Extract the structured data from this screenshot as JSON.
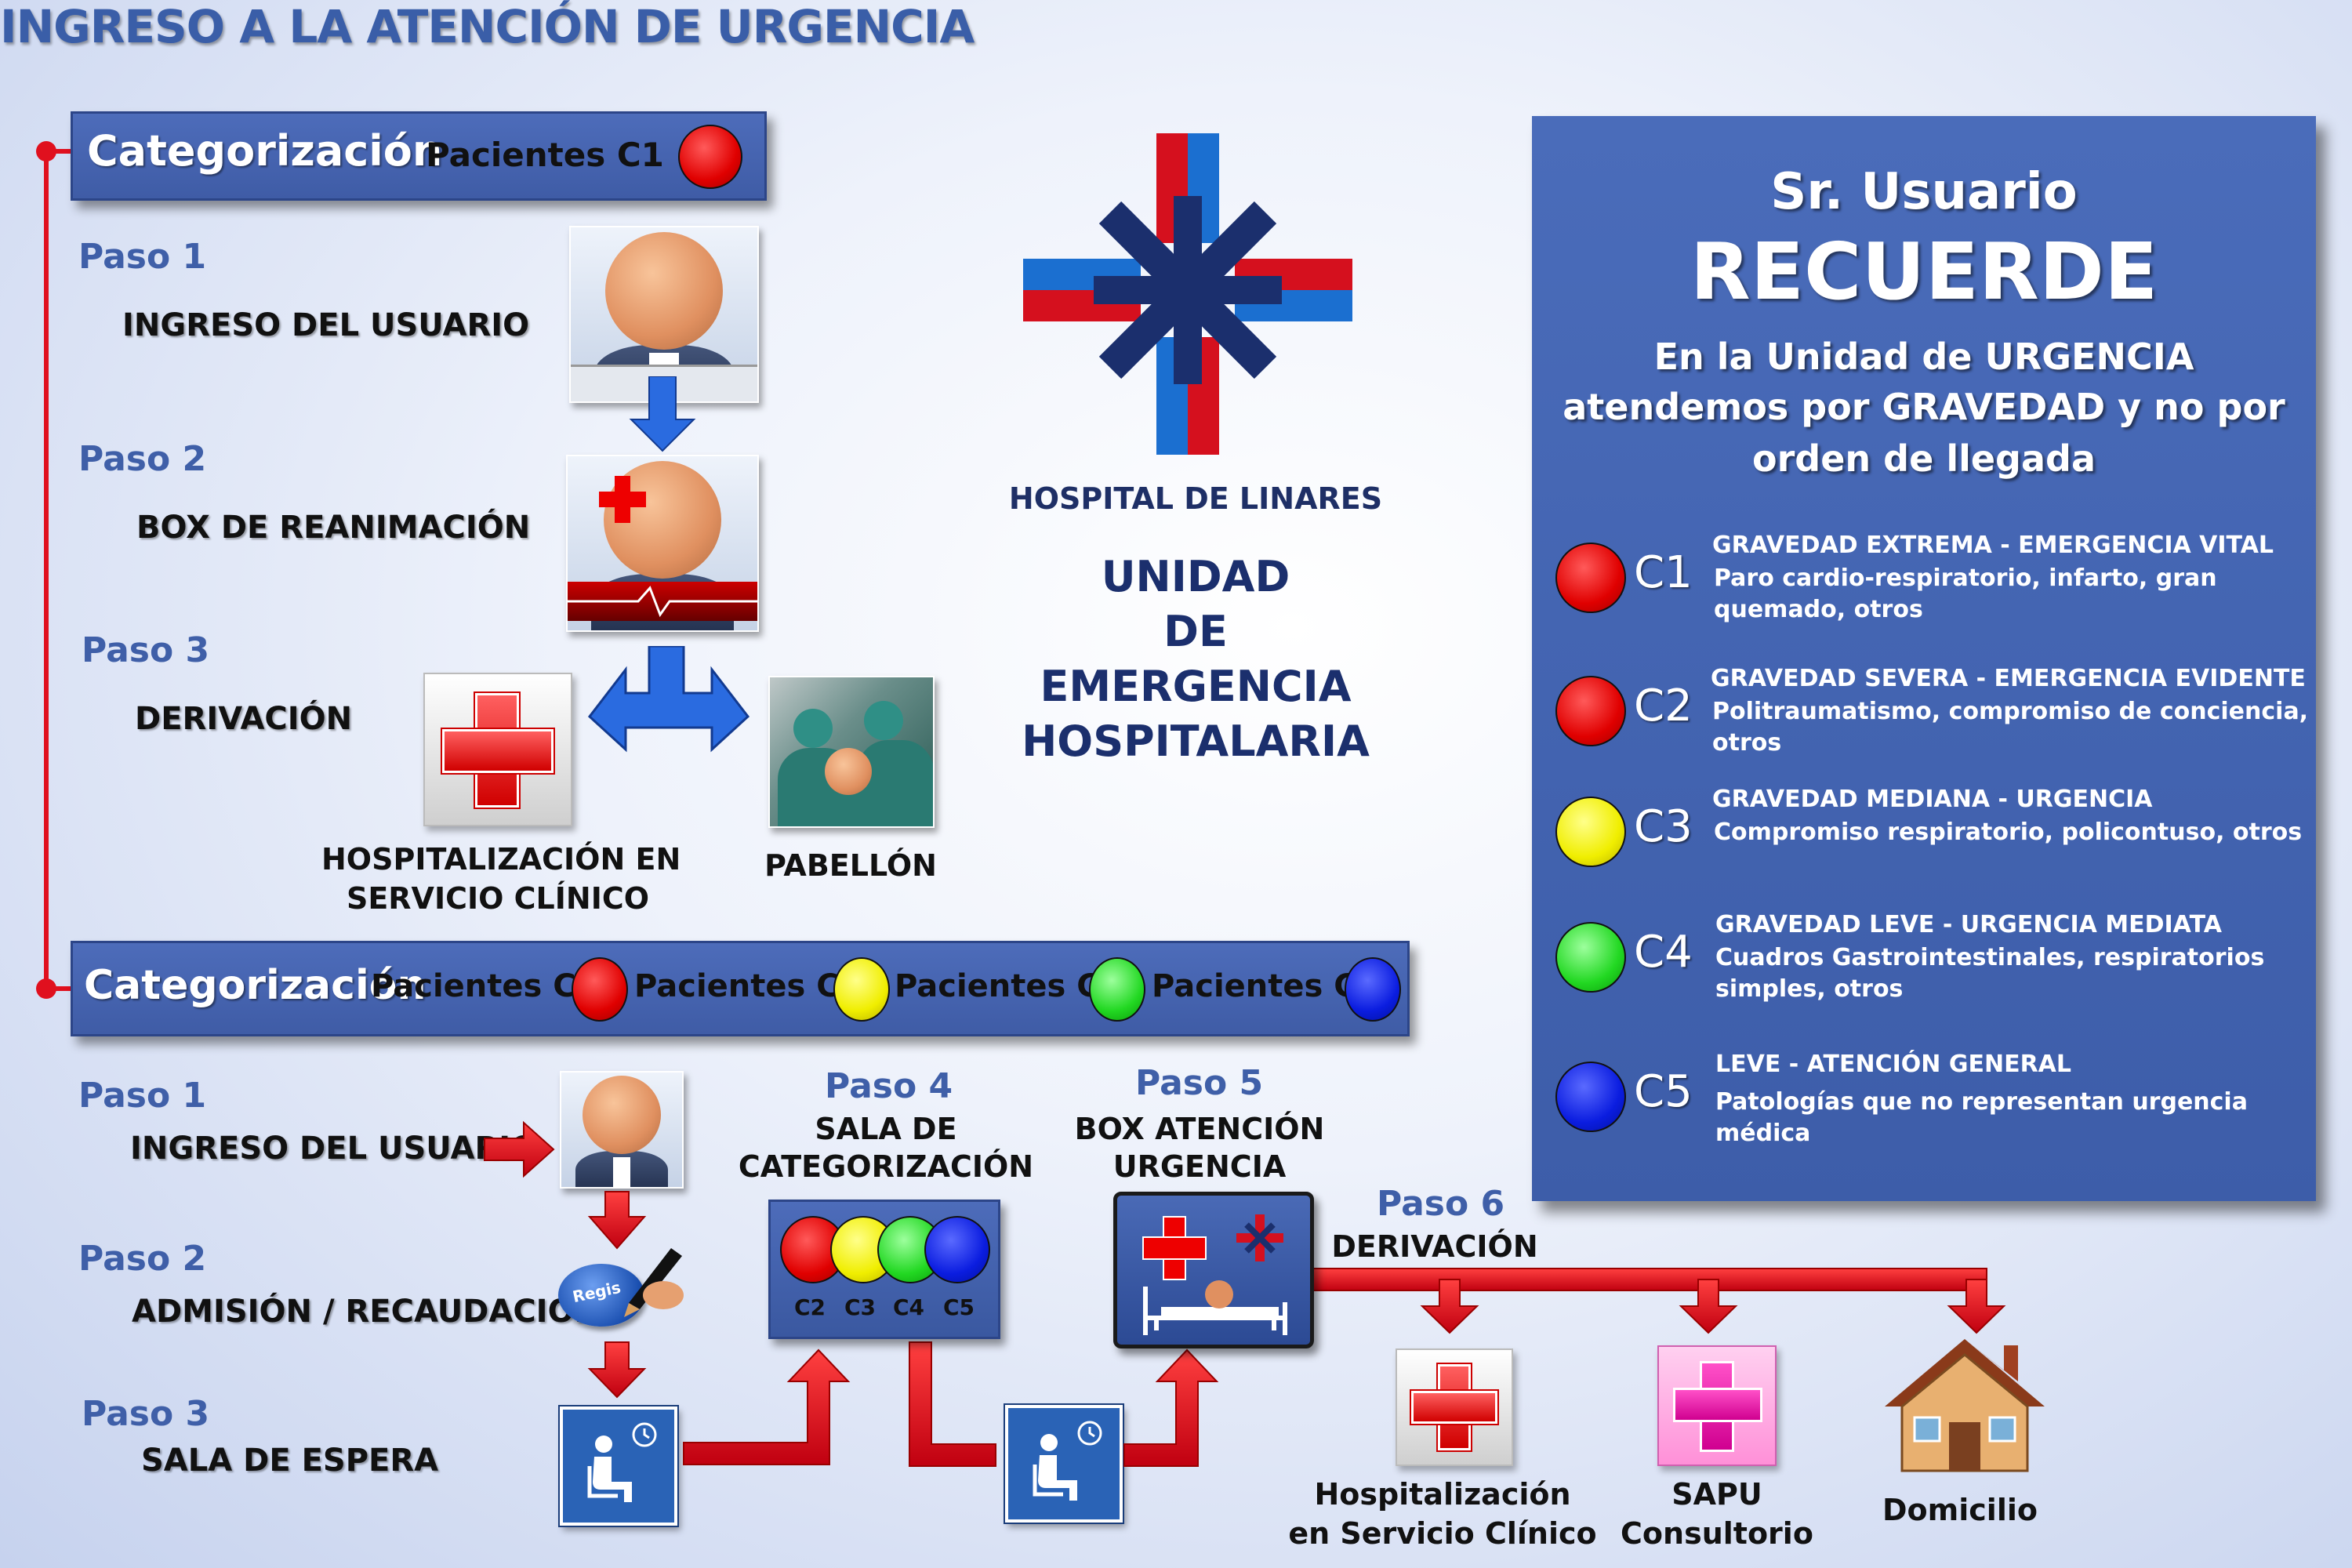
{
  "title": "INGRESO A LA ATENCIÓN DE URGENCIA",
  "section1": {
    "label": "Categorización",
    "patients": "Pacientes C1",
    "steps": [
      {
        "paso": "Paso 1",
        "text": "INGRESO DEL USUARIO"
      },
      {
        "paso": "Paso 2",
        "text": "BOX DE REANIMACIÓN"
      },
      {
        "paso": "Paso 3",
        "text": "DERIVACIÓN"
      }
    ],
    "dest_left": [
      "HOSPITALIZACIÓN EN",
      "SERVICIO CLÍNICO"
    ],
    "dest_right": "PABELLÓN"
  },
  "section2": {
    "label": "Categorización",
    "patients": [
      "Pacientes C2",
      "Pacientes C3",
      "Pacientes C4",
      "Pacientes C5"
    ],
    "steps": [
      {
        "paso": "Paso 1",
        "text": "INGRESO DEL USUARIO"
      },
      {
        "paso": "Paso 2",
        "text": "ADMISIÓN / RECAUDACIÓN"
      },
      {
        "paso": "Paso 3",
        "text": "SALA DE ESPERA"
      }
    ],
    "paso4": {
      "paso": "Paso 4",
      "line1": "SALA DE",
      "line2": "CATEGORIZACIÓN"
    },
    "paso5": {
      "paso": "Paso 5",
      "line1": "BOX ATENCIÓN",
      "line2": "URGENCIA"
    },
    "paso6": {
      "paso": "Paso 6",
      "line1": "DERIVACIÓN"
    },
    "cat_codes": [
      "C2",
      "C3",
      "C4",
      "C5"
    ],
    "register_text": "Regis",
    "destinations": [
      {
        "line1": "Hospitalización",
        "line2": "en Servicio Clínico"
      },
      {
        "line1": "SAPU",
        "line2": "Consultorio"
      },
      {
        "line1": "Domicilio",
        "line2": ""
      }
    ]
  },
  "hospital": {
    "name": "HOSPITAL DE LINARES",
    "unit": [
      "UNIDAD",
      "DE",
      "EMERGENCIA",
      "HOSPITALARIA"
    ]
  },
  "panel": {
    "line1": "Sr. Usuario",
    "line2": "RECUERDE",
    "message": [
      "En la Unidad de URGENCIA",
      "atendemos por GRAVEDAD y no por",
      "orden de llegada"
    ],
    "levels": [
      {
        "code": "C1",
        "color": "#e00000",
        "title": "GRAVEDAD EXTREMA - EMERGENCIA VITAL",
        "desc": "Paro cardio-respiratorio, infarto, gran quemado, otros"
      },
      {
        "code": "C2",
        "color": "#e00000",
        "title": "GRAVEDAD SEVERA - EMERGENCIA EVIDENTE",
        "desc": "Politraumatismo, compromiso de conciencia, otros"
      },
      {
        "code": "C3",
        "color": "#f0ee00",
        "title": "GRAVEDAD MEDIANA - URGENCIA",
        "desc": "Compromiso respiratorio, policontuso, otros"
      },
      {
        "code": "C4",
        "color": "#22d822",
        "title": "GRAVEDAD LEVE - URGENCIA MEDIATA",
        "desc": "Cuadros Gastrointestinales, respiratorios simples, otros"
      },
      {
        "code": "C5",
        "color": "#0b1de0",
        "title": "LEVE - ATENCIÓN GENERAL",
        "desc": "Patologías que no representan urgencia médica"
      }
    ]
  },
  "colors": {
    "accent": "#3f5ca6",
    "flow_red": "#e0101e",
    "flow_blue": "#2a6be0"
  }
}
